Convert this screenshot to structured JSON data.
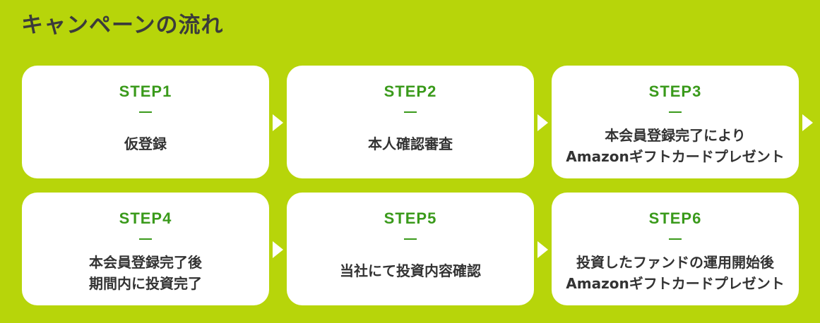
{
  "title": "キャンペーンの流れ",
  "steps": [
    {
      "label": "STEP1",
      "lines": [
        "仮登録"
      ]
    },
    {
      "label": "STEP2",
      "lines": [
        "本人確認審査"
      ]
    },
    {
      "label": "STEP3",
      "lines": [
        "本会員登録完了により",
        "Amazonギフトカードプレゼント"
      ]
    },
    {
      "label": "STEP4",
      "lines": [
        "本会員登録完了後",
        "期間内に投資完了"
      ]
    },
    {
      "label": "STEP5",
      "lines": [
        "当社にて投資内容確認"
      ]
    },
    {
      "label": "STEP6",
      "lines": [
        "投資したファンドの運用開始後",
        "Amazonギフトカードプレゼント"
      ]
    }
  ],
  "colors": {
    "background": "#b7d50a",
    "card": "#ffffff",
    "step_label": "#3a9a1b",
    "text": "#333333"
  },
  "icons": {
    "arrow": "triangle-right"
  }
}
